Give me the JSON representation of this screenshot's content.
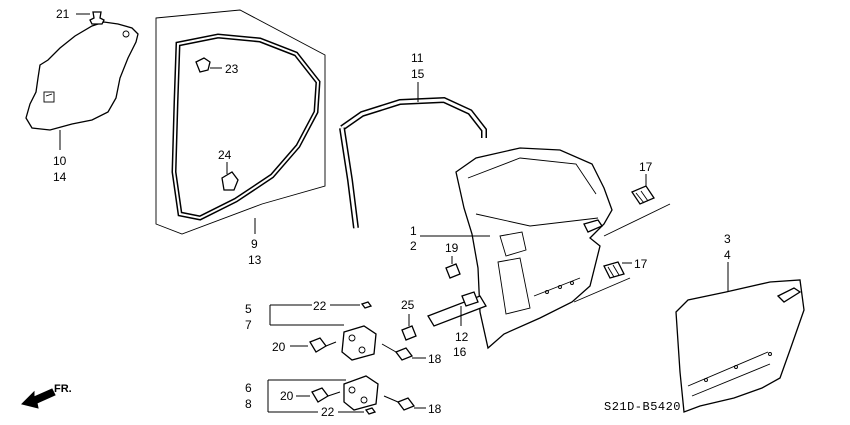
{
  "diagram_code": "S21D-B5420",
  "direction_label": "FR.",
  "callouts": {
    "p21": "21",
    "p23": "23",
    "p10": "10",
    "p14": "14",
    "p24": "24",
    "p9": "9",
    "p13": "13",
    "p11": "11",
    "p15": "15",
    "p1": "1",
    "p2": "2",
    "p17a": "17",
    "p17b": "17",
    "p3": "3",
    "p4": "4",
    "p19": "19",
    "p5": "5",
    "p7": "7",
    "p22a": "22",
    "p25": "25",
    "p12": "12",
    "p16": "16",
    "p20a": "20",
    "p18a": "18",
    "p6": "6",
    "p8": "8",
    "p20b": "20",
    "p18b": "18",
    "p22b": "22"
  }
}
